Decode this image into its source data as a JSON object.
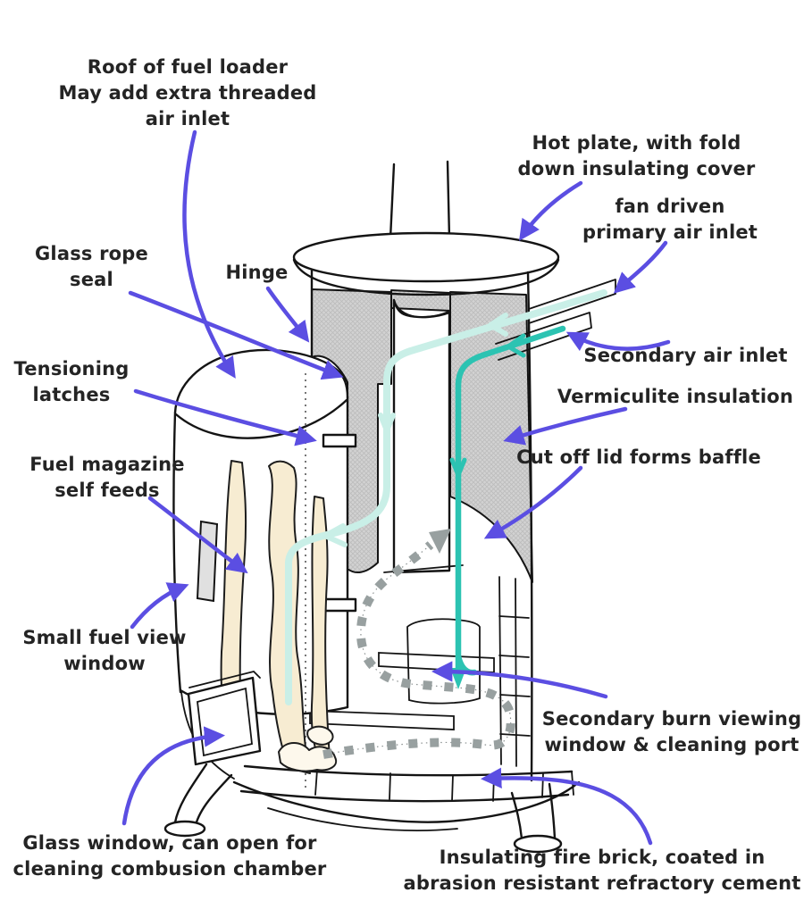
{
  "title": "Fuel loader wood stove annotated cutaway diagram",
  "colors": {
    "arrow": "#5b4ee2",
    "primary_air": "#c9efe7",
    "secondary_air": "#2cc3b2",
    "exhaust_dash": "#98a0a0",
    "insulation": "#d2d2d2",
    "wood": "#f7ecd2",
    "outline": "#141414"
  },
  "labels": {
    "roof": "Roof of fuel loader\nMay add extra threaded\nair inlet",
    "hot_plate": "Hot plate, with fold\ndown insulating cover",
    "fan_inlet": "fan driven\nprimary air inlet",
    "rope_seal": "Glass rope\nseal",
    "hinge": "Hinge",
    "secondary_inlet": "Secondary air inlet",
    "latches": "Tensioning\nlatches",
    "vermiculite": "Vermiculite insulation",
    "baffle": "Cut off lid forms baffle",
    "magazine": "Fuel magazine\nself feeds",
    "view_window": "Small fuel view\nwindow",
    "burn_window": "Secondary burn viewing\nwindow & cleaning port",
    "glass_window": "Glass window, can open for\ncleaning combusion chamber",
    "fire_brick": "Insulating fire brick, coated in\nabrasion resistant refractory cement"
  }
}
